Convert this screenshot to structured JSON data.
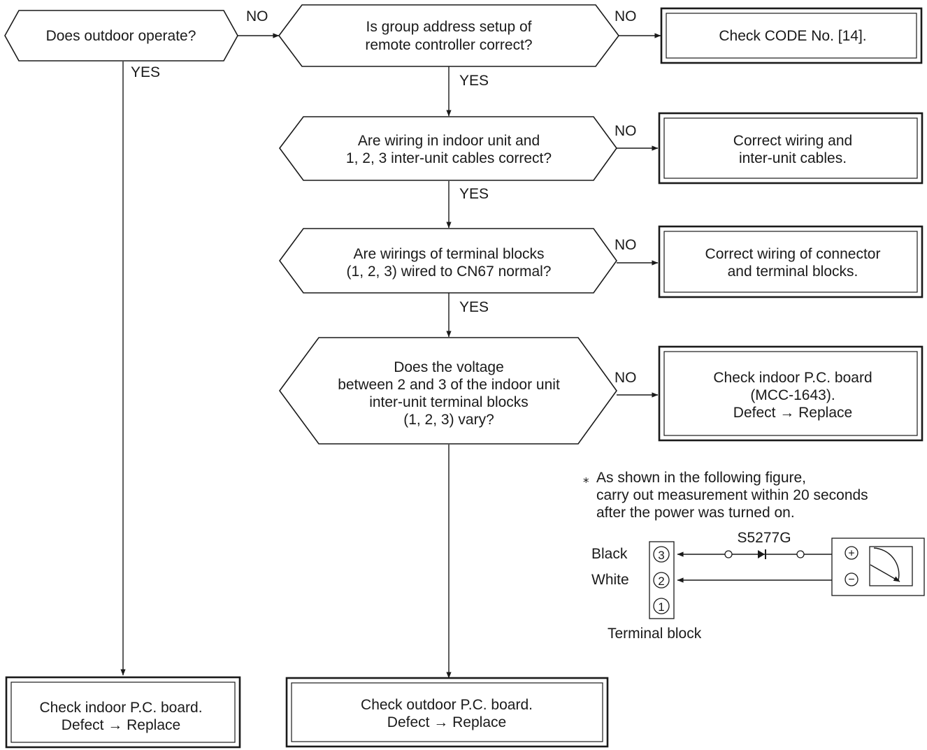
{
  "decisions": {
    "outdoor_operate": [
      "Does outdoor operate?"
    ],
    "group_address": [
      "Is group address setup of",
      "remote controller correct?"
    ],
    "wiring_indoor": [
      "Are wiring in indoor unit and",
      "1, 2, 3 inter-unit cables correct?"
    ],
    "terminal_blocks": [
      "Are wirings of terminal blocks",
      "(1, 2, 3) wired to CN67 normal?"
    ],
    "voltage": [
      "Does the voltage",
      "between 2 and 3 of the indoor unit",
      "inter-unit terminal blocks",
      "(1, 2, 3) vary?"
    ]
  },
  "actions": {
    "check_code": [
      "Check CODE No. [14]."
    ],
    "correct_wiring": [
      "Correct wiring and",
      "inter-unit cables."
    ],
    "correct_connector": [
      "Correct wiring of connector",
      "and terminal blocks."
    ],
    "check_indoor_mcc": [
      "Check indoor P.C. board",
      "(MCC-1643).",
      "Defect → Replace"
    ],
    "check_indoor": [
      "Check indoor P.C. board.",
      "Defect → Replace"
    ],
    "check_outdoor": [
      "Check outdoor P.C. board.",
      "Defect → Replace"
    ]
  },
  "branch_labels": {
    "no": "NO",
    "yes": "YES"
  },
  "note": {
    "asterisk": "⁎",
    "lines": [
      "As shown in the following figure,",
      "carry out measurement within 20 seconds",
      "after the power was turned on."
    ]
  },
  "measurement_figure": {
    "diode_label": "S5277G",
    "wire_black": "Black",
    "wire_white": "White",
    "terminals": [
      "3",
      "2",
      "1"
    ],
    "terminal_block_label": "Terminal block",
    "meter_plus": "+",
    "meter_minus": "−"
  }
}
